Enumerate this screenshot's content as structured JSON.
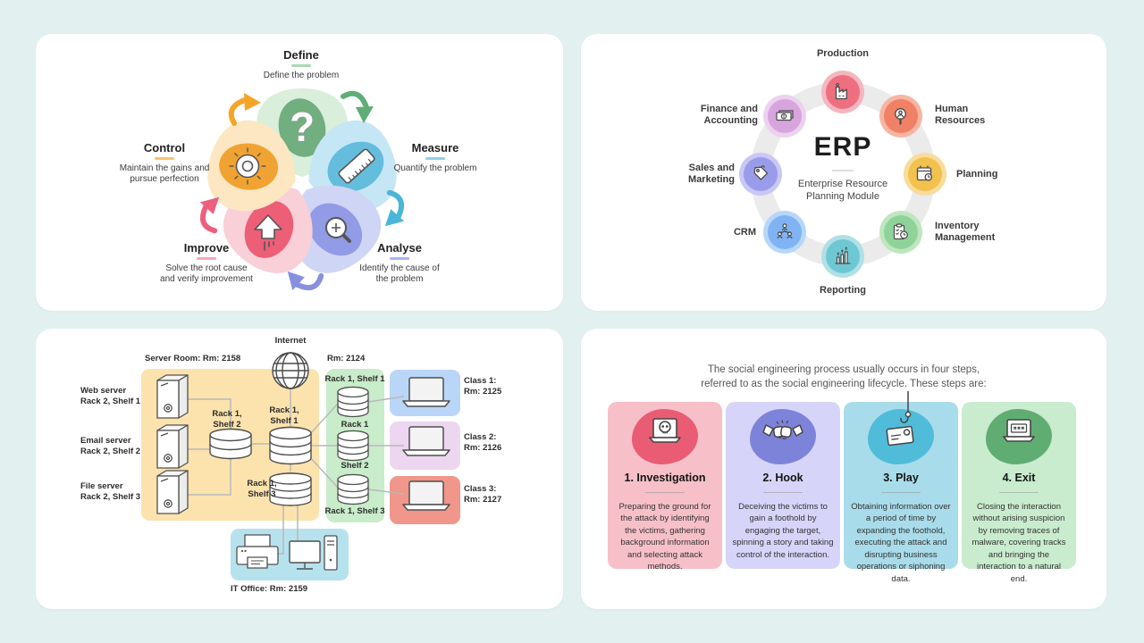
{
  "colors": {
    "page": "#e2f1f0",
    "line": "#b9b9b9"
  },
  "dmaic": {
    "steps": [
      {
        "title": "Define",
        "desc": "Define the problem",
        "petal": "#d9eedb",
        "blob": "#71ae80",
        "accent": "#a9d8b2",
        "arrow": "#5fae77"
      },
      {
        "title": "Measure",
        "desc": "Quantify the problem",
        "petal": "#c5e7f5",
        "blob": "#64bddd",
        "accent": "#8fd0e8",
        "arrow": "#49b6d9"
      },
      {
        "title": "Analyse",
        "desc": "Identify the cause of\nthe problem",
        "petal": "#cfd5f4",
        "blob": "#919be6",
        "accent": "#aab4f0",
        "arrow": "#8790e0"
      },
      {
        "title": "Improve",
        "desc": "Solve the root cause\nand verify improvement",
        "petal": "#f9cfd8",
        "blob": "#ec5f77",
        "accent": "#f4a9b8",
        "arrow": "#ed5f7d"
      },
      {
        "title": "Control",
        "desc": "Maintain the gains and\npursue perfection",
        "petal": "#fce7c2",
        "blob": "#f0a332",
        "accent": "#f6c46d",
        "arrow": "#f6a428"
      }
    ]
  },
  "erp": {
    "title": "ERP",
    "subtitle": "Enterprise Resource\nPlanning Module",
    "modules": [
      {
        "label": "Production",
        "halo": "#f4b6bf",
        "color": "#ee6f80"
      },
      {
        "label": "Human\nResources",
        "halo": "#f7b5a2",
        "color": "#f08166"
      },
      {
        "label": "Planning",
        "halo": "#f8dc9c",
        "color": "#f2c14e"
      },
      {
        "label": "Inventory\nManagement",
        "halo": "#bfe6bf",
        "color": "#8fd39b"
      },
      {
        "label": "Reporting",
        "halo": "#b0e0e6",
        "color": "#6ec8d4"
      },
      {
        "label": "CRM",
        "halo": "#b7d7f9",
        "color": "#7fb3f4"
      },
      {
        "label": "Sales and\nMarketing",
        "halo": "#c9c7f5",
        "color": "#9b9ce9"
      },
      {
        "label": "Finance and\nAccounting",
        "halo": "#ecd2ef",
        "color": "#d8a4de"
      }
    ]
  },
  "network": {
    "internet_label": "Internet",
    "server_room": {
      "label": "Server Room: Rm: 2158",
      "color": "#fce3ad"
    },
    "servers": [
      {
        "name": "Web server",
        "location": "Rack 2, Shelf 1"
      },
      {
        "name": "Email server",
        "location": "Rack 2, Shelf 2"
      },
      {
        "name": "File server",
        "location": "Rack 2, Shelf 3"
      }
    ],
    "switches": {
      "shelf2": "Rack 1,\nShelf 2",
      "shelf1": "Rack 1,\nShelf 1",
      "shelf3": "Rack 1,\nShelf 3"
    },
    "room_2124": {
      "label": "Rm: 2124",
      "color": "#c9ecca",
      "rack_labels": [
        "Rack 1, Shelf 1",
        "Rack 1",
        "Shelf 2",
        "Rack 1, Shelf 3"
      ]
    },
    "classes": [
      {
        "label": "Class 1:\nRm: 2125",
        "color": "#b9d6f8"
      },
      {
        "label": "Class 2:\nRm: 2126",
        "color": "#ecd6f0"
      },
      {
        "label": "Class 3:\nRm: 2127",
        "color": "#f0968a"
      }
    ],
    "it_office": {
      "label": "IT Office: Rm: 2159",
      "color": "#b6e2ee"
    }
  },
  "social": {
    "intro": "The social engineering process usually occurs in four steps,\nreferred to as the social engineering lifecycle. These steps are:",
    "steps": [
      {
        "title": "1. Investigation",
        "desc": "Preparing the ground for the attack by identifying the victims, gathering background information and selecting attack methods.",
        "card": "#f7c0c9",
        "blob": "#e95c74"
      },
      {
        "title": "2. Hook",
        "desc": "Deceiving the victims to gain a foothold by engaging the target, spinning a story and taking control of the interaction.",
        "card": "#d6d5f9",
        "blob": "#7e83da"
      },
      {
        "title": "3. Play",
        "desc": "Obtaining information over a period of time by expanding the foothold, executing the attack and disrupting business operations or siphoning data.",
        "card": "#a9dcea",
        "blob": "#50bcd9"
      },
      {
        "title": "4. Exit",
        "desc": "Closing the interaction without arising suspicion by removing traces of malware, covering tracks and bringing the interaction to a natural end.",
        "card": "#c9ecce",
        "blob": "#60ad74"
      }
    ]
  }
}
